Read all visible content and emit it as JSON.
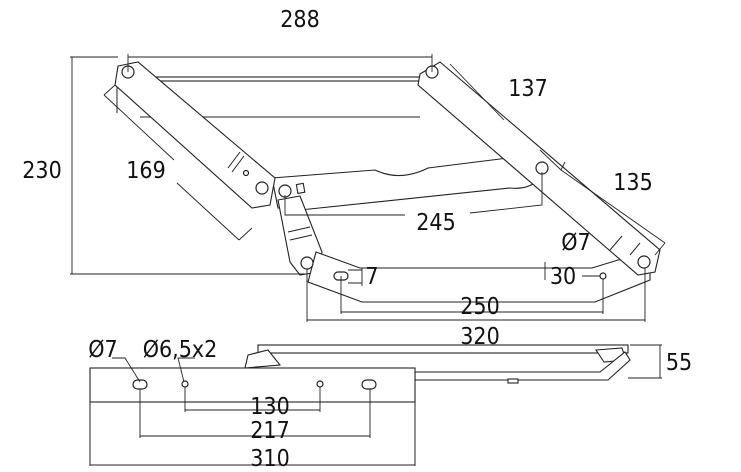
{
  "drawing": {
    "top_view": {
      "dim_width_top": "288",
      "dim_height": "230",
      "dim_left_arm": "169",
      "dim_right_arm_upper": "137",
      "dim_right_arm_lower": "135",
      "dim_middle_arm": "245",
      "dim_hole_diameter": "Ø7",
      "dim_slot": "7",
      "dim_offset": "30",
      "dim_base_holes": "250",
      "dim_base_length": "320"
    },
    "side_view": {
      "dim_slot_diameter": "Ø7",
      "dim_hole_diameter": "Ø6,5x2",
      "dim_height": "55",
      "dim_inner_holes": "130",
      "dim_slots": "217",
      "dim_plate_length": "310"
    }
  }
}
